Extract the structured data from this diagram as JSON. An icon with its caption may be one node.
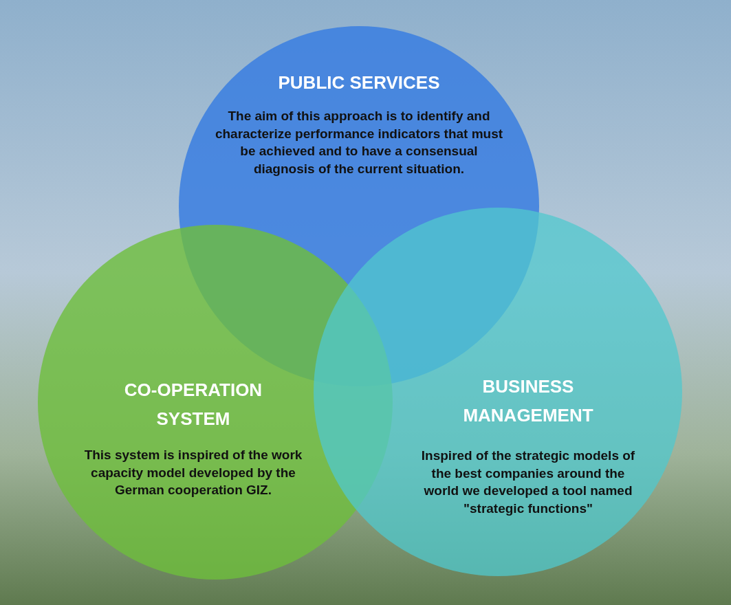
{
  "diagram": {
    "nodes": [
      {
        "text": [
          "PUBLIC SERVICES",
          "The aim of this approach  is to identify and characterize performance indicators that must be achieved and to have a consensual diagnosis of the current situation."
        ]
      },
      {
        "text": [
          "CO-OPERATION SYSTEM",
          "This system is inspired of the work capacity model developed by the German cooperation GIZ."
        ]
      },
      {
        "text": [
          "BUSINESS MANAGEMENT",
          "Inspired of the strategic models of the best companies around the world we developed a tool named \"strategic functions\""
        ]
      }
    ],
    "edges": []
  }
}
